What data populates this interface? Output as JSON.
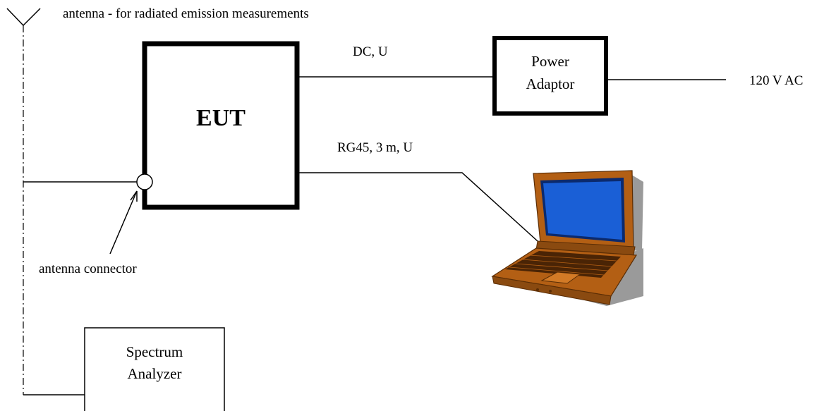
{
  "labels": {
    "antenna_note": "antenna - for radiated emission measurements",
    "eut": "EUT",
    "dc_cable": "DC, U",
    "power_adaptor_line1": "Power",
    "power_adaptor_line2": "Adaptor",
    "ac_supply": "120 V AC",
    "lan_cable": "RG45, 3 m, U",
    "antenna_connector": "antenna connector",
    "spectrum_analyzer_line1": "Spectrum",
    "spectrum_analyzer_line2": "Analyzer"
  },
  "colors": {
    "line": "#000000",
    "laptop_body": "#b35f14",
    "laptop_shadow": "#9a9a9a",
    "laptop_screen": "#1a5fd6",
    "laptop_screen_bezel": "#0b2a6e"
  },
  "icons": {
    "antenna": "antenna-icon",
    "laptop": "laptop-icon",
    "connector": "antenna-connector-icon"
  }
}
